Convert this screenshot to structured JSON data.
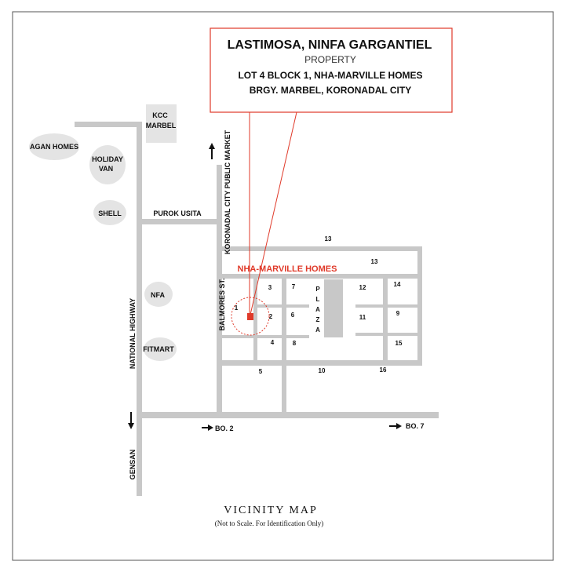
{
  "colors": {
    "road": "#c8c8c8",
    "landmark": "#e4e4e4",
    "accent": "#e03a2a",
    "frame": "#555555",
    "text": "#111111"
  },
  "callout": {
    "owner": "LASTIMOSA, NINFA GARGANTIEL",
    "property": "PROPERTY",
    "lot": "LOT 4 BLOCK 1, NHA-MARVILLE HOMES",
    "address": "BRGY. MARBEL, KORONADAL CITY"
  },
  "landmarks": {
    "kcc_line1": "KCC",
    "kcc_line2": "MARBEL",
    "agan": "AGAN HOMES",
    "holiday_line1": "HOLIDAY",
    "holiday_line2": "VAN",
    "shell": "SHELL",
    "nfa": "NFA",
    "fitmart": "FITMART"
  },
  "roads": {
    "purok": "PUROK USITA",
    "public_market": "KORONADAL CITY PUBLIC MARKET",
    "balmores": "BALMORES ST.",
    "national_highway": "NATIONAL HIGHWAY",
    "gensan": "GENSAN",
    "bo2": "BO. 2",
    "bo7": "BO. 7"
  },
  "subdivision": {
    "name": "NHA-MARVILLE HOMES",
    "plaza": [
      "P",
      "L",
      "A",
      "Z",
      "A"
    ],
    "blocks": [
      "1",
      "2",
      "3",
      "4",
      "5",
      "6",
      "7",
      "8",
      "9",
      "10",
      "11",
      "12",
      "13",
      "13",
      "14",
      "15",
      "16"
    ]
  },
  "footer": {
    "title": "VICINITY MAP",
    "note": "(Not to Scale. For Identification Only)"
  }
}
